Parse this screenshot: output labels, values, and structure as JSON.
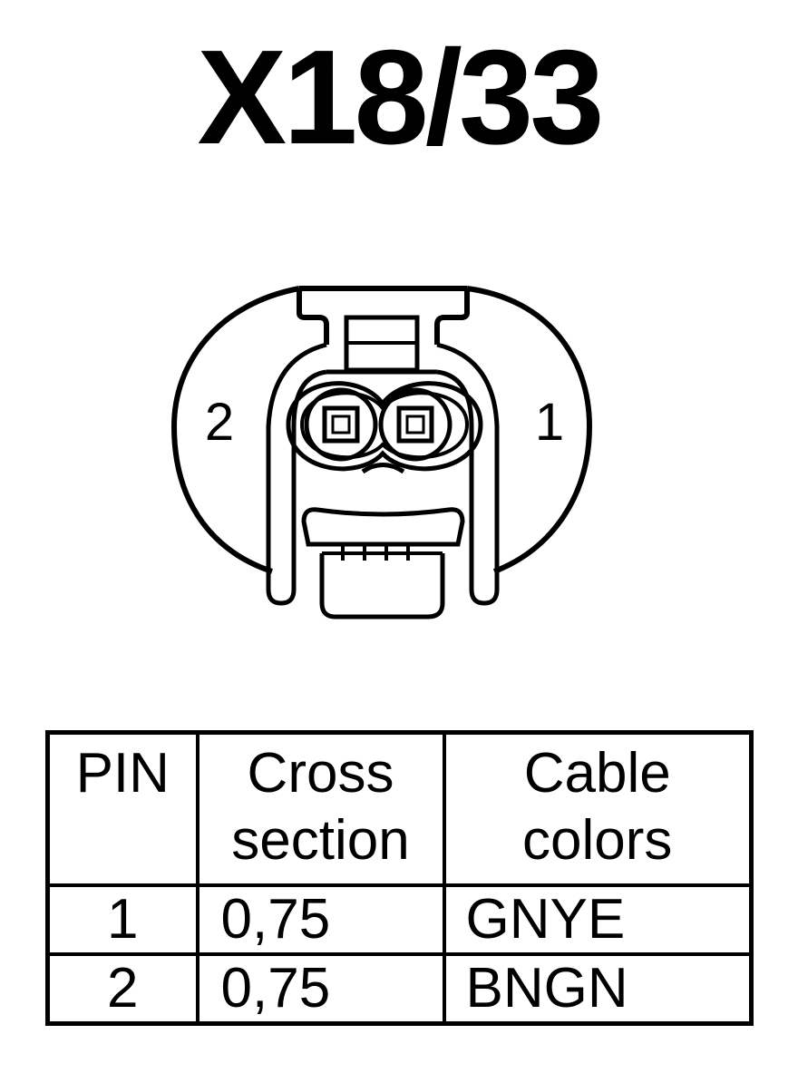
{
  "title": "X18/33",
  "connector": {
    "pin_labels": [
      {
        "pin": "2",
        "side": "left"
      },
      {
        "pin": "1",
        "side": "right"
      }
    ]
  },
  "table": {
    "headers": {
      "pin": "PIN",
      "cross_section": [
        "Cross",
        "section"
      ],
      "cable_colors": [
        "Cable",
        "colors"
      ]
    },
    "rows": [
      {
        "pin": "1",
        "cross_section": "0,75",
        "cable_color": "GNYE"
      },
      {
        "pin": "2",
        "cross_section": "0,75",
        "cable_color": "BNGN"
      }
    ]
  }
}
